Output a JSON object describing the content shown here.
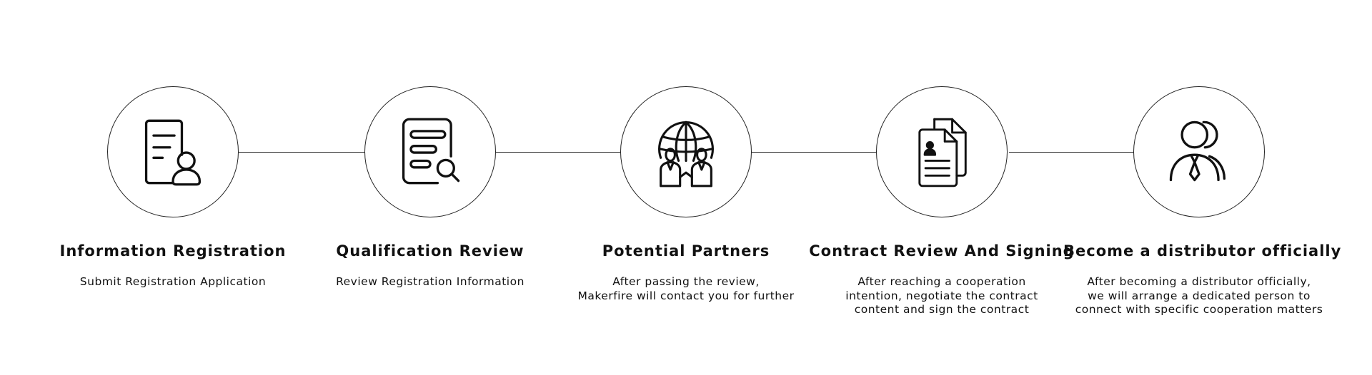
{
  "steps": [
    {
      "icon": "document-user-icon",
      "title": "Information Registration",
      "description": [
        "Submit Registration Application"
      ]
    },
    {
      "icon": "document-search-icon",
      "title": "Qualification Review",
      "description": [
        "Review Registration Information"
      ]
    },
    {
      "icon": "globe-partners-icon",
      "title": "Potential Partners",
      "description": [
        "After passing the review,",
        "Makerfire will contact you for further"
      ]
    },
    {
      "icon": "contract-documents-icon",
      "title": "Contract Review And Signing",
      "description": [
        "After reaching a cooperation",
        "intention, negotiate the contract",
        "content and sign the contract"
      ]
    },
    {
      "icon": "distributor-people-icon",
      "title": "Become a distributor officially",
      "description": [
        "After becoming a distributor officially,",
        "we will arrange a dedicated person to",
        "connect with specific cooperation matters"
      ]
    }
  ]
}
